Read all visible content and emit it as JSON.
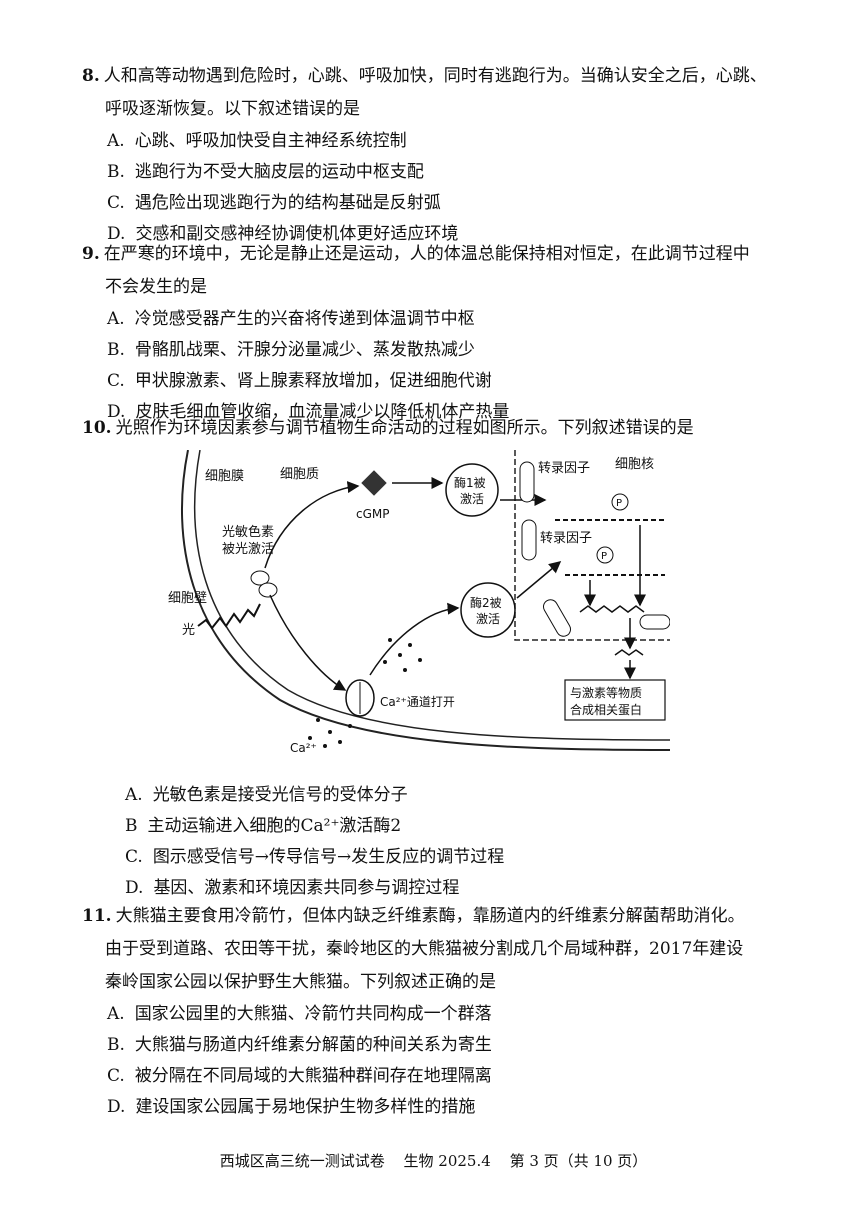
{
  "q8": {
    "number": "8.",
    "stem_line1": "人和高等动物遇到危险时，心跳、呼吸加快，同时有逃跑行为。当确认安全之后，心跳、",
    "stem_line2": "呼吸逐渐恢复。以下叙述错误的是",
    "options": [
      {
        "label": "A.",
        "text": "心跳、呼吸加快受自主神经系统控制"
      },
      {
        "label": "B.",
        "text": "逃跑行为不受大脑皮层的运动中枢支配"
      },
      {
        "label": "C.",
        "text": "遇危险出现逃跑行为的结构基础是反射弧"
      },
      {
        "label": "D.",
        "text": "交感和副交感神经协调使机体更好适应环境"
      }
    ]
  },
  "q9": {
    "number": "9.",
    "stem_line1": "在严寒的环境中，无论是静止还是运动，人的体温总能保持相对恒定，在此调节过程中",
    "stem_line2": "不会发生的是",
    "options": [
      {
        "label": "A.",
        "text": "冷觉感受器产生的兴奋将传递到体温调节中枢"
      },
      {
        "label": "B.",
        "text": "骨骼肌战栗、汗腺分泌量减少、蒸发散热减少"
      },
      {
        "label": "C.",
        "text": "甲状腺激素、肾上腺素释放增加，促进细胞代谢"
      },
      {
        "label": "D.",
        "text": "皮肤毛细血管收缩，血流量减少以降低机体产热量"
      }
    ]
  },
  "q10": {
    "number": "10.",
    "stem": "光照作为环境因素参与调节植物生命活动的过程如图所示。下列叙述错误的是",
    "figure": {
      "cell_membrane": "细胞膜",
      "cytoplasm": "细胞质",
      "nucleus": "细胞核",
      "cell_wall": "细胞壁",
      "light": "光",
      "phytochrome_l1": "光敏色素",
      "phytochrome_l2": "被光激活",
      "cgmp": "cGMP",
      "enzyme1_l1": "酶1被",
      "enzyme1_l2": "激活",
      "enzyme2_l1": "酶2被",
      "enzyme2_l2": "激活",
      "tf1": "转录因子",
      "tf2": "转录因子",
      "p_mark": "P",
      "ca_channel": "Ca²⁺通道打开",
      "ca_ion": "Ca²⁺",
      "protein_l1": "与激素等物质",
      "protein_l2": "合成相关蛋白"
    },
    "options": [
      {
        "label": "A.",
        "text": "光敏色素是接受光信号的受体分子"
      },
      {
        "label": "B",
        "text": "主动运输进入细胞的Ca²⁺激活酶2"
      },
      {
        "label": "C.",
        "text": "图示感受信号→传导信号→发生反应的调节过程"
      },
      {
        "label": "D.",
        "text": "基因、激素和环境因素共同参与调控过程"
      }
    ]
  },
  "q11": {
    "number": "11.",
    "stem_line1": "大熊猫主要食用冷箭竹，但体内缺乏纤维素酶，靠肠道内的纤维素分解菌帮助消化。",
    "stem_line2": "由于受到道路、农田等干扰，秦岭地区的大熊猫被分割成几个局域种群，2017年建设",
    "stem_line3": "秦岭国家公园以保护野生大熊猫。下列叙述正确的是",
    "options": [
      {
        "label": "A.",
        "text": "国家公园里的大熊猫、冷箭竹共同构成一个群落"
      },
      {
        "label": "B.",
        "text": "大熊猫与肠道内纤维素分解菌的种间关系为寄生"
      },
      {
        "label": "C.",
        "text": "被分隔在不同局域的大熊猫种群间存在地理隔离"
      },
      {
        "label": "D.",
        "text": "建设国家公园属于易地保护生物多样性的措施"
      }
    ]
  },
  "footer": {
    "exam": "西城区高三统一测试试卷",
    "subject": "生物 2025.4",
    "page": "第 3 页（共 10 页）"
  }
}
